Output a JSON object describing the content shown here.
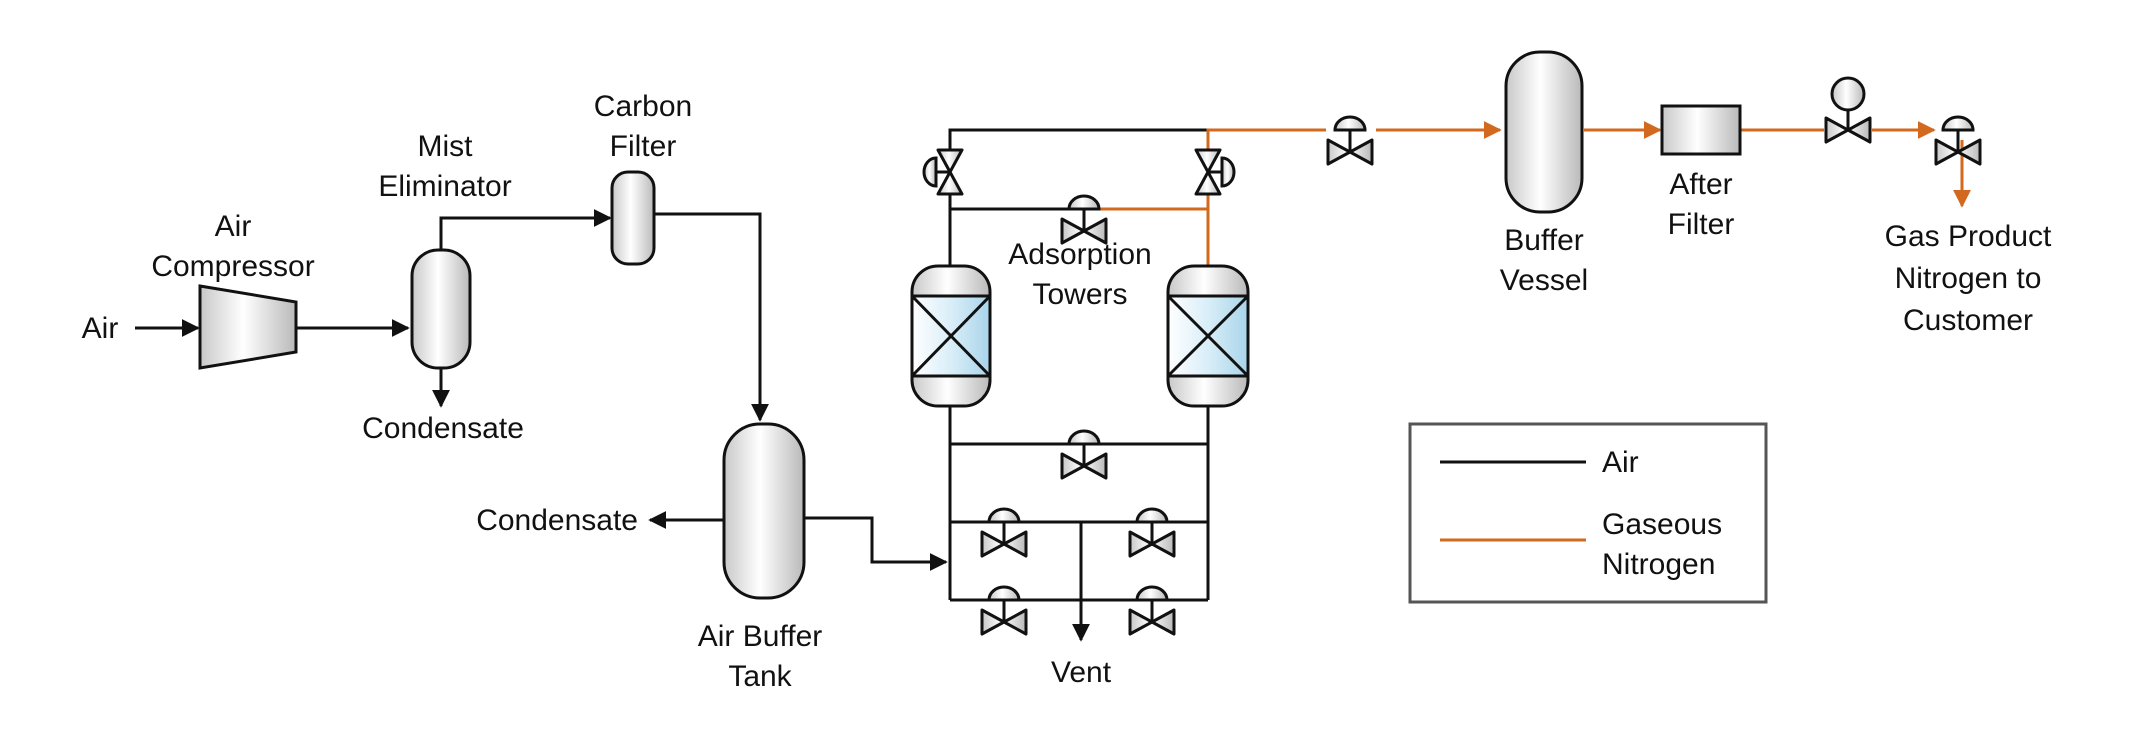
{
  "labels": {
    "air_in": "Air",
    "compressor": [
      "Air",
      "Compressor"
    ],
    "mist": [
      "Mist",
      "Eliminator"
    ],
    "carbon": [
      "Carbon",
      "Filter"
    ],
    "condensate_1": "Condensate",
    "condensate_2": "Condensate",
    "air_buffer": [
      "Air Buffer",
      "Tank"
    ],
    "towers": [
      "Adsorption",
      "Towers"
    ],
    "vent": "Vent",
    "buffer_vessel": [
      "Buffer",
      "Vessel"
    ],
    "after_filter": [
      "After",
      "Filter"
    ],
    "product": [
      "Gas Product",
      "Nitrogen to",
      "Customer"
    ]
  },
  "legend": {
    "items": [
      {
        "label": [
          "Air"
        ],
        "color": "#111111"
      },
      {
        "label": [
          "Gaseous",
          "Nitrogen"
        ],
        "color": "#d2691e"
      }
    ]
  },
  "colors": {
    "air_line": "#111111",
    "nitrogen_line": "#d2691e",
    "vessel_fill_light": "#ffffff",
    "vessel_fill_dark": "#c8c8c8",
    "bed_fill": "#bfe0f0"
  }
}
